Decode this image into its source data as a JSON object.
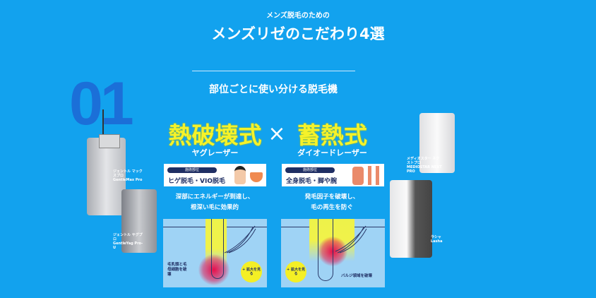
{
  "header": {
    "subtitle": "メンズ脱毛のための",
    "title": "メンズリゼのこだわり4選"
  },
  "section": {
    "number": "01",
    "heading": "部位ごとに使い分ける脱毛機"
  },
  "cross": "×",
  "left": {
    "method": "熱破壊式",
    "laser": "ヤグレーザー",
    "tag": "施術部位",
    "parts": "ヒゲ脱毛・VIO脱毛",
    "desc1": "深部にエネルギーが到達し、",
    "desc2": "根深い毛に効果的",
    "annotation": "毛乳頭と毛母細胞を破壊",
    "badge": "+ 拡大を見る"
  },
  "right": {
    "method": "蓄熱式",
    "laser": "ダイオードレーザー",
    "tag": "施術部位",
    "parts": "全身脱毛・脚や腕",
    "desc1": "発毛因子を破壊し、",
    "desc2": "毛の再生を防ぐ",
    "annotation": "バルジ領域を破壊",
    "badge": "+ 拡大を見る"
  },
  "machines": [
    {
      "name": "ジェントル マックスプロ",
      "en": "GentleMax Pro"
    },
    {
      "name": "ジェントル ヤグプロ",
      "en": "GentleYag Pro-U"
    },
    {
      "name": "メディオスター ネクストプロ",
      "en": "MEDIOSTAR NEXT PRO"
    },
    {
      "name": "ラシャ",
      "en": "Lasha"
    }
  ],
  "colors": {
    "background": "#12a2ee",
    "accent_yellow": "#f5f22a",
    "navy": "#1f2e63",
    "number": "#1b6fd8"
  }
}
